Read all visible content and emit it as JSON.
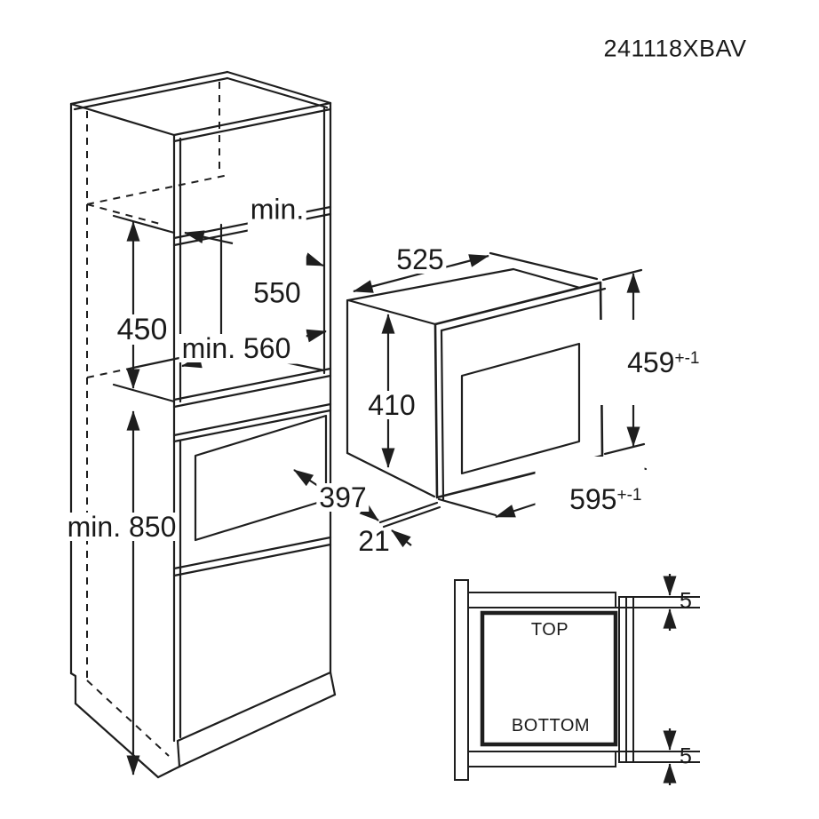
{
  "title": {
    "model_number": "241118XBAV"
  },
  "colors": {
    "line": "#1e1e1e",
    "background": "#ffffff",
    "text": "#1a1a1a"
  },
  "cabinet_dims": {
    "niche_width_prefix": "min.",
    "niche_width": "550",
    "niche_height": "450",
    "niche_depth": "min. 560",
    "min_install_height": "min. 850",
    "recess_width": "397",
    "front_clearance": "21"
  },
  "appliance_dims": {
    "depth": "525",
    "body_height": "410",
    "front_height": "459",
    "front_height_tol": "+-1",
    "front_width": "595",
    "front_width_tol": "+-1"
  },
  "section_detail": {
    "top_label": "TOP",
    "bottom_label": "BOTTOM",
    "top_gap": "5",
    "bottom_gap": "5"
  }
}
